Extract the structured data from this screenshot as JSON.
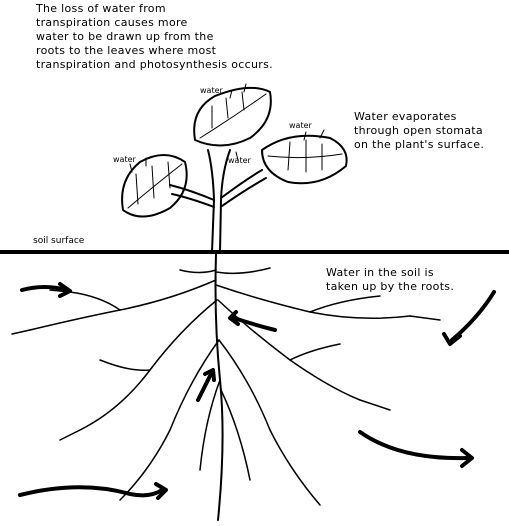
{
  "captions": {
    "top": [
      "The loss of water from",
      "transpiration causes more",
      "water to be drawn up from the",
      "roots to the leaves where most",
      "transpiration and photosynthesis occurs."
    ],
    "evaporation": [
      "Water evaporates",
      "through open stomata",
      "on the plant's surface."
    ],
    "soil_uptake": [
      "Water in the soil is",
      "taken up by the roots."
    ],
    "soil_surface": "soil surface"
  },
  "leaf_labels": [
    "water",
    "water",
    "water",
    "water"
  ],
  "colors": {
    "ink": "#000000",
    "background": "#ffffff"
  }
}
